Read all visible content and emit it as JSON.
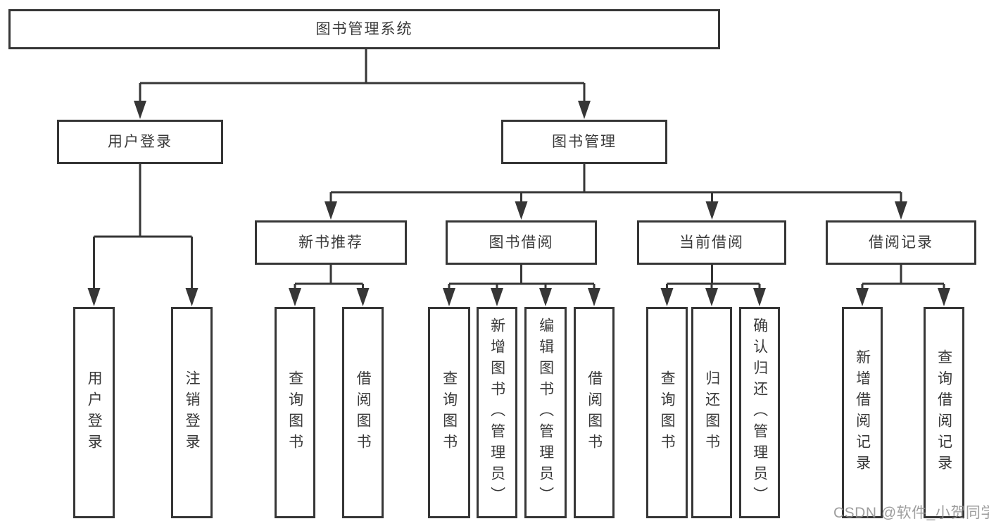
{
  "colors": {
    "line": "#363636",
    "box_border": "#363636",
    "text": "#3a3a3a",
    "background": "#ffffff",
    "watermark": "#919191"
  },
  "diagram": {
    "root": {
      "label": "图书管理系统"
    },
    "level2": [
      {
        "label": "用户登录"
      },
      {
        "label": "图书管理"
      }
    ],
    "level3": [
      {
        "label": "新书推荐"
      },
      {
        "label": "图书借阅"
      },
      {
        "label": "当前借阅"
      },
      {
        "label": "借阅记录"
      }
    ],
    "leaves": {
      "user_login": [
        {
          "label": "用户登录"
        },
        {
          "label": "注销登录"
        }
      ],
      "new_books": [
        {
          "label": "查询图书"
        },
        {
          "label": "借阅图书"
        }
      ],
      "book_borrow": [
        {
          "label": "查询图书"
        },
        {
          "label": "新增图书（管理员）"
        },
        {
          "label": "编辑图书（管理员）"
        },
        {
          "label": "借阅图书"
        }
      ],
      "current_borrow": [
        {
          "label": "查询图书"
        },
        {
          "label": "归还图书"
        },
        {
          "label": "确认归还（管理员）"
        }
      ],
      "borrow_records": [
        {
          "label": "新增借阅记录"
        },
        {
          "label": "查询借阅记录"
        }
      ]
    }
  },
  "watermark": {
    "text": "CSDN @软件_小贺同学"
  }
}
